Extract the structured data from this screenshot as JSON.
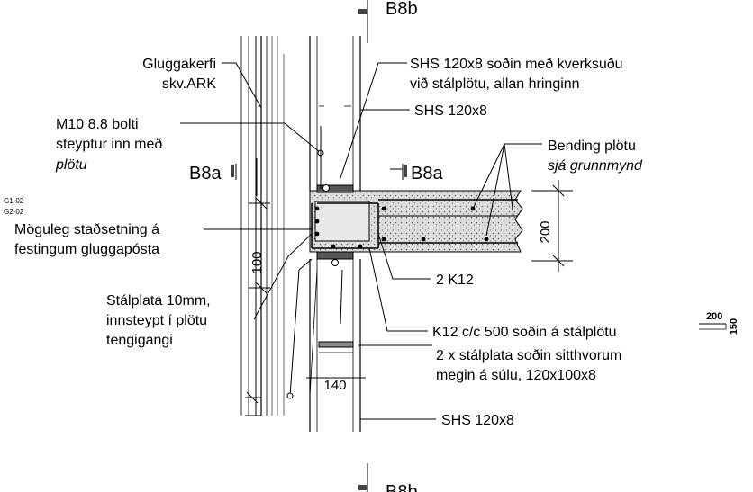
{
  "section_marks": {
    "top": "B8b",
    "bottom": "B8b",
    "left": "B8a",
    "right": "B8a"
  },
  "sheet_refs": [
    "G1-02",
    "G2-02"
  ],
  "labels": {
    "gluggakerfi": [
      "Gluggakerfi",
      "skv.ARK"
    ],
    "shs_welded": [
      "SHS 120x8 soðin með kverksuðu",
      "við stálplötu, allan hringinn"
    ],
    "shs_top": "SHS 120x8",
    "m10_bolt": [
      "M10 8.8 bolti",
      "steyptur inn með",
      "plötu"
    ],
    "bending": [
      "Bending plötu",
      "sjá grunnmynd"
    ],
    "moguleg": [
      "Möguleg staðsetning á",
      "festingum gluggapósta"
    ],
    "stalplata": [
      "Stálplata 10mm,",
      "innsteypt í plötu",
      "tengigangi"
    ],
    "two_k12": "2 K12",
    "k12_cc": "K12 c/c 500 soðin á stálplötu",
    "two_plates": [
      "2 x stálplata soðin sitthvorum",
      "megin á súlu, 120x100x8"
    ],
    "shs_bottom": "SHS 120x8"
  },
  "dimensions": {
    "slab_depth": "200",
    "plate_offset": "100",
    "column_width": "140",
    "plate_size_a": "200",
    "plate_size_b": "150"
  }
}
